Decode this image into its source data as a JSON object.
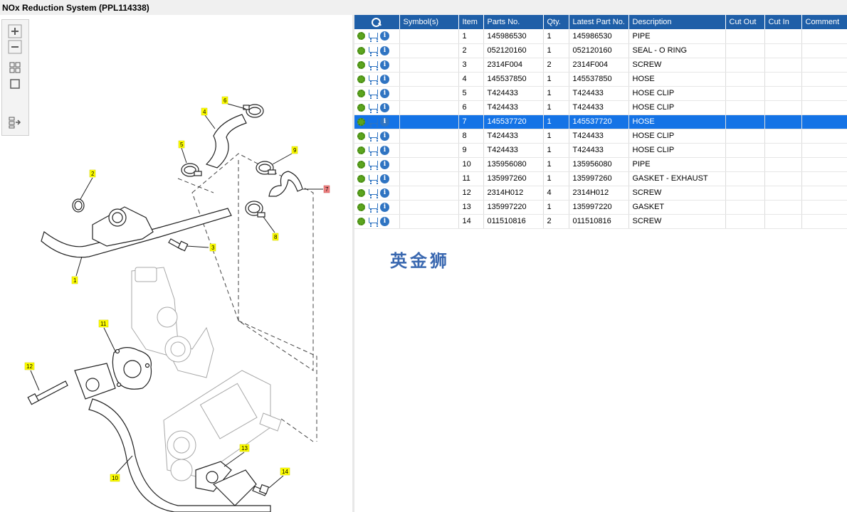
{
  "window": {
    "title": "NOx Reduction System (PPL114338)"
  },
  "toolbar": {
    "icons": [
      "zoom-in-icon",
      "zoom-out-icon",
      "fit-all-icon",
      "fit-window-icon",
      "export-icon"
    ]
  },
  "table": {
    "columns": [
      "",
      "Symbol(s)",
      "Item",
      "Parts No.",
      "Qty.",
      "Latest Part No.",
      "Description",
      "Cut Out",
      "Cut In",
      "Comment"
    ],
    "selected_item": "7",
    "rows": [
      {
        "symbol": "",
        "item": "1",
        "parts_no": "145986530",
        "qty": "1",
        "latest": "145986530",
        "desc": "PIPE",
        "cut_out": "",
        "cut_in": "",
        "comment": ""
      },
      {
        "symbol": "",
        "item": "2",
        "parts_no": "052120160",
        "qty": "1",
        "latest": "052120160",
        "desc": "SEAL - O RING",
        "cut_out": "",
        "cut_in": "",
        "comment": ""
      },
      {
        "symbol": "",
        "item": "3",
        "parts_no": "2314F004",
        "qty": "2",
        "latest": "2314F004",
        "desc": "SCREW",
        "cut_out": "",
        "cut_in": "",
        "comment": ""
      },
      {
        "symbol": "",
        "item": "4",
        "parts_no": "145537850",
        "qty": "1",
        "latest": "145537850",
        "desc": "HOSE",
        "cut_out": "",
        "cut_in": "",
        "comment": ""
      },
      {
        "symbol": "",
        "item": "5",
        "parts_no": "T424433",
        "qty": "1",
        "latest": "T424433",
        "desc": "HOSE CLIP",
        "cut_out": "",
        "cut_in": "",
        "comment": ""
      },
      {
        "symbol": "",
        "item": "6",
        "parts_no": "T424433",
        "qty": "1",
        "latest": "T424433",
        "desc": "HOSE CLIP",
        "cut_out": "",
        "cut_in": "",
        "comment": ""
      },
      {
        "symbol": "",
        "item": "7",
        "parts_no": "145537720",
        "qty": "1",
        "latest": "145537720",
        "desc": "HOSE",
        "cut_out": "",
        "cut_in": "",
        "comment": ""
      },
      {
        "symbol": "",
        "item": "8",
        "parts_no": "T424433",
        "qty": "1",
        "latest": "T424433",
        "desc": "HOSE CLIP",
        "cut_out": "",
        "cut_in": "",
        "comment": ""
      },
      {
        "symbol": "",
        "item": "9",
        "parts_no": "T424433",
        "qty": "1",
        "latest": "T424433",
        "desc": "HOSE CLIP",
        "cut_out": "",
        "cut_in": "",
        "comment": ""
      },
      {
        "symbol": "",
        "item": "10",
        "parts_no": "135956080",
        "qty": "1",
        "latest": "135956080",
        "desc": "PIPE",
        "cut_out": "",
        "cut_in": "",
        "comment": ""
      },
      {
        "symbol": "",
        "item": "11",
        "parts_no": "135997260",
        "qty": "1",
        "latest": "135997260",
        "desc": "GASKET - EXHAUST",
        "cut_out": "",
        "cut_in": "",
        "comment": ""
      },
      {
        "symbol": "",
        "item": "12",
        "parts_no": "2314H012",
        "qty": "4",
        "latest": "2314H012",
        "desc": "SCREW",
        "cut_out": "",
        "cut_in": "",
        "comment": ""
      },
      {
        "symbol": "",
        "item": "13",
        "parts_no": "135997220",
        "qty": "1",
        "latest": "135997220",
        "desc": "GASKET",
        "cut_out": "",
        "cut_in": "",
        "comment": ""
      },
      {
        "symbol": "",
        "item": "14",
        "parts_no": "011510816",
        "qty": "2",
        "latest": "011510816",
        "desc": "SCREW",
        "cut_out": "",
        "cut_in": "",
        "comment": ""
      }
    ]
  },
  "diagram": {
    "callouts": [
      "1",
      "2",
      "3",
      "4",
      "5",
      "6",
      "7",
      "8",
      "9",
      "10",
      "11",
      "12",
      "13",
      "14"
    ],
    "highlighted": "7"
  },
  "watermark": {
    "text": "英金狮"
  },
  "colors": {
    "header_bg": "#1f5fa8",
    "selected_row": "#1473e6",
    "callout": "#ffff00",
    "callout_selected": "#f08080"
  }
}
